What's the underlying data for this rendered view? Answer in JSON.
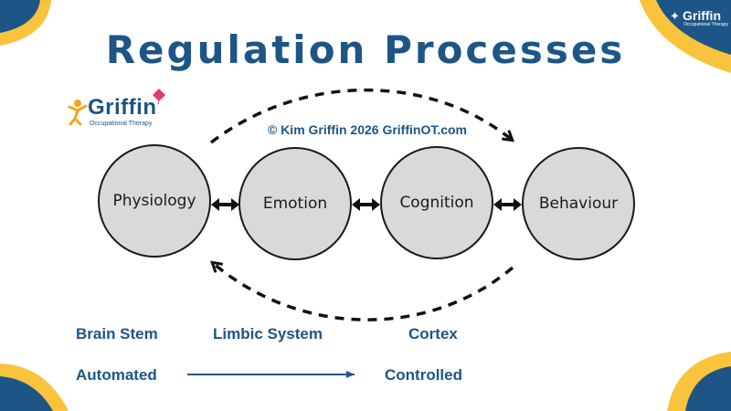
{
  "title": "Regulation Processes",
  "copyright": "© Kim Griffin 2026 GriffinOT.com",
  "brand": {
    "name": "Griffin",
    "subtitle": "Occupational Therapy"
  },
  "colors": {
    "title": "#1d5586",
    "circle_fill": "#d9d9d9",
    "corner_yellow": "#f9c33c",
    "corner_blue": "#1d5586"
  },
  "nodes": [
    "Physiology",
    "Emotion",
    "Cognition",
    "Behaviour"
  ],
  "levels": {
    "brain_stem": "Brain Stem",
    "limbic_system": "Limbic System",
    "cortex": "Cortex"
  },
  "continuum": {
    "start": "Automated",
    "end": "Controlled"
  }
}
